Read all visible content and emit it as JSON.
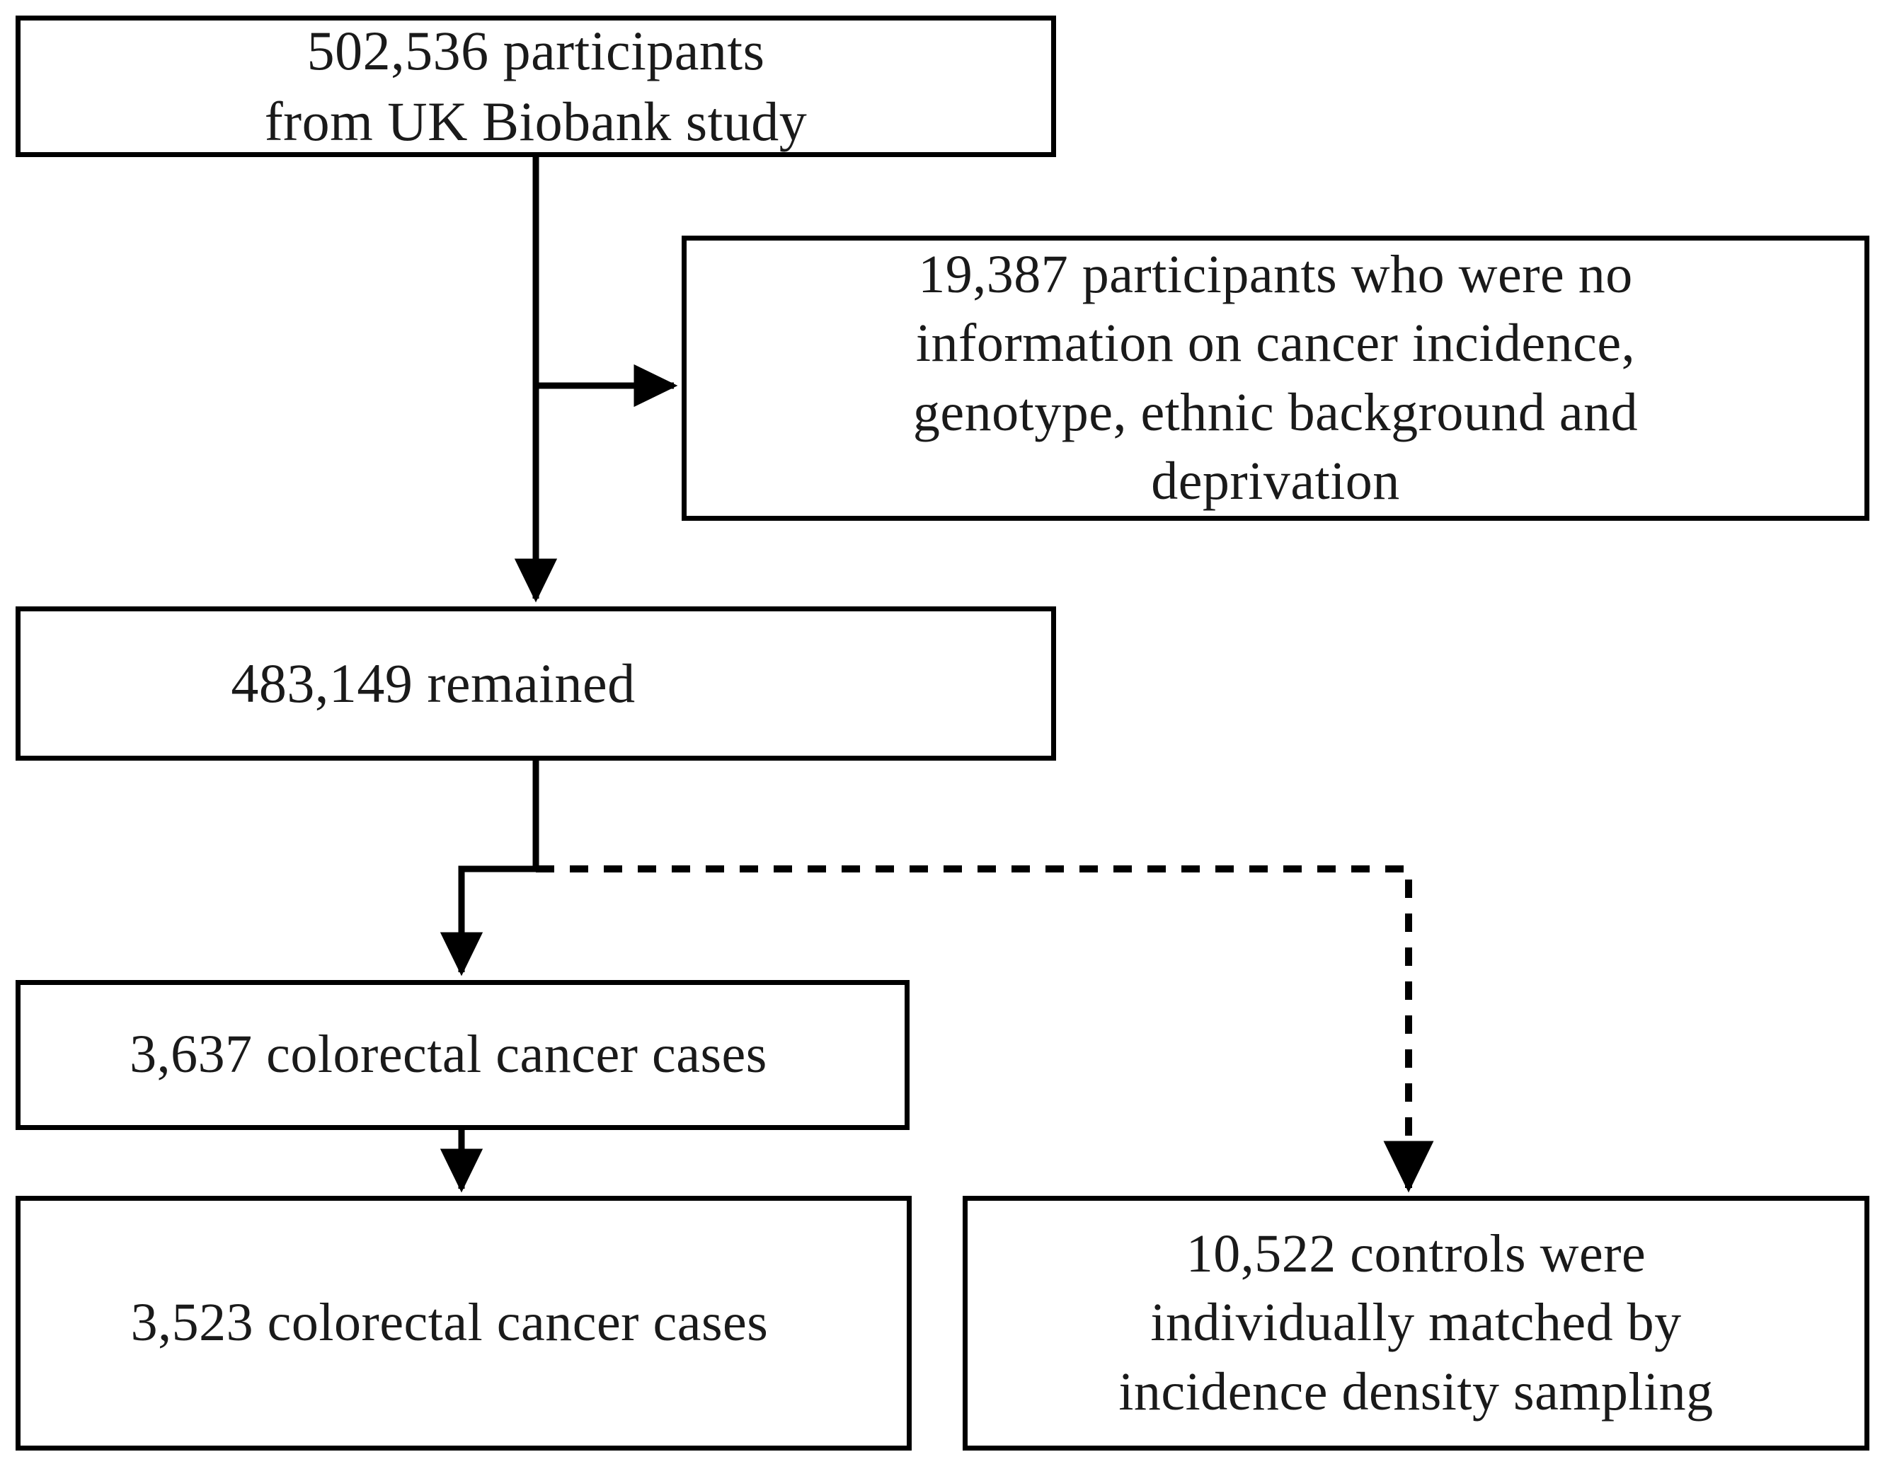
{
  "diagram": {
    "title": "UK Biobank colorectal cancer nested case-control study flow diagram",
    "type": "flowchart",
    "stroke_color": "#000000",
    "background_color": "#ffffff",
    "text_color": "#1a1a1a",
    "nodes": [
      {
        "id": "total",
        "text": "502,536 participants\nfrom UK Biobank study",
        "line1": "502,536 participants",
        "line2": "from UK Biobank study",
        "count": "502,536",
        "role": "source-cohort"
      },
      {
        "id": "excluded",
        "text": "19,387 participants who were no\ninformation on cancer incidence,\ngenotype, ethnic background and\ndeprivation",
        "line1": "19,387 participants who were no",
        "line2": "information on cancer incidence,",
        "line3": "genotype, ethnic background and",
        "line4": "deprivation",
        "count": "19,387",
        "role": "exclusion"
      },
      {
        "id": "remained",
        "text": "483,149 remained",
        "count": "483,149",
        "role": "eligible-cohort"
      },
      {
        "id": "cases_raw",
        "text": "3,637 colorectal cancer cases",
        "count": "3,637",
        "role": "cases-identified"
      },
      {
        "id": "cases_final",
        "text": "3,523 colorectal cancer cases",
        "count": "3,523",
        "role": "cases-analysed"
      },
      {
        "id": "controls",
        "text": "10,522 controls were\nindividually matched by\nincidence density sampling",
        "line1": "10,522 controls were",
        "line2": "individually matched by",
        "line3": "incidence density sampling",
        "count": "10,522",
        "role": "matched-controls"
      }
    ],
    "connectors": [
      {
        "id": "total-to-remained",
        "style": "solid",
        "arrow": "down",
        "from": "total",
        "to": "remained"
      },
      {
        "id": "total-to-excluded",
        "style": "solid",
        "arrow": "right",
        "from": "total",
        "to": "excluded"
      },
      {
        "id": "remained-to-cases",
        "style": "solid",
        "arrow": "down",
        "from": "remained",
        "to": "cases_raw"
      },
      {
        "id": "remained-to-controls",
        "style": "dashed",
        "arrow": "down",
        "from": "remained",
        "to": "controls"
      },
      {
        "id": "cases-to-final",
        "style": "solid",
        "arrow": "down",
        "from": "cases_raw",
        "to": "cases_final"
      }
    ]
  }
}
